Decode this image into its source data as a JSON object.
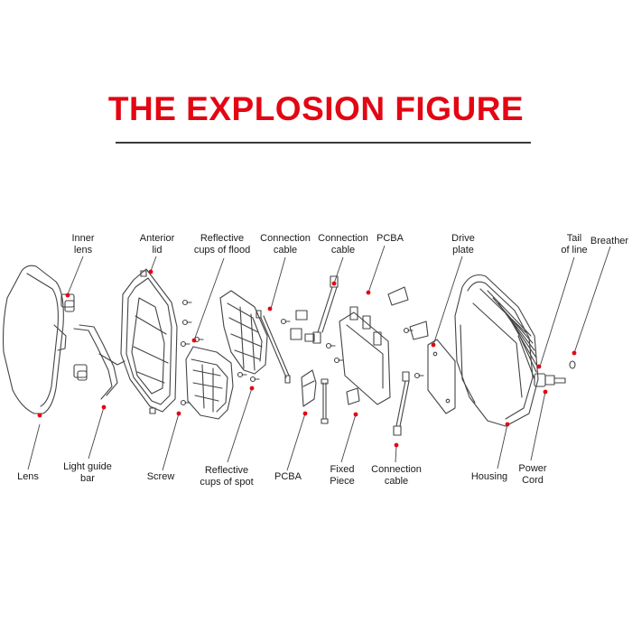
{
  "title": "THE EXPLOSION FIGURE",
  "colors": {
    "accent": "#e30613",
    "line": "#444444",
    "text": "#1a1a1a"
  },
  "labels": {
    "inner_lens": [
      "Inner",
      "lens"
    ],
    "anterior_lid": [
      "Anterior",
      "lid"
    ],
    "reflective_cups_flood": [
      "Reflective",
      "cups of flood"
    ],
    "connection_cable_1": [
      "Connection",
      "cable"
    ],
    "connection_cable_2": [
      "Connection",
      "cable"
    ],
    "pcba_top": [
      "PCBA"
    ],
    "drive_plate": [
      "Drive",
      "plate"
    ],
    "tail_of_line": [
      "Tail",
      "of line"
    ],
    "breather": [
      "Breather"
    ],
    "lens": [
      "Lens"
    ],
    "light_guide_bar": [
      "Light guide",
      "bar"
    ],
    "screw": [
      "Screw"
    ],
    "reflective_cups_spot": [
      "Reflective",
      "cups of spot"
    ],
    "pcba_bottom": [
      "PCBA"
    ],
    "fixed_piece": [
      "Fixed",
      "Piece"
    ],
    "connection_cable_3": [
      "Connection",
      "cable"
    ],
    "housing": [
      "Housing"
    ],
    "power_cord": [
      "Power",
      "Cord"
    ]
  }
}
